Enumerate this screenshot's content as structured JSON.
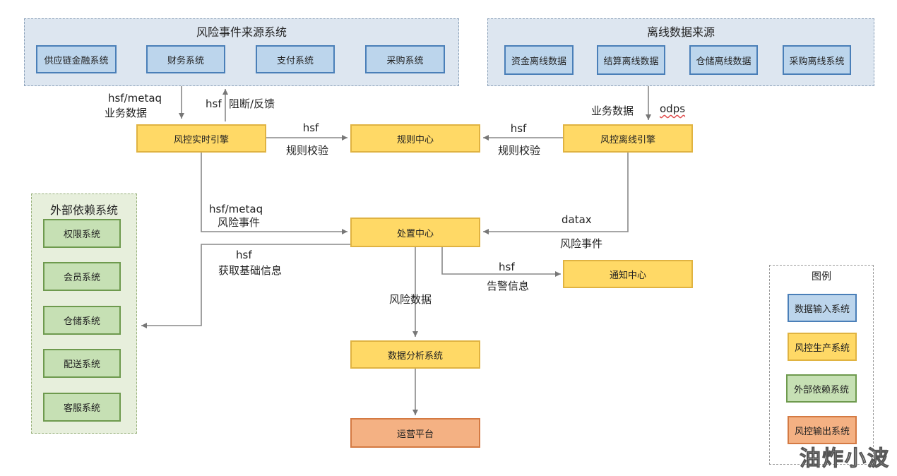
{
  "groups": {
    "source_events": {
      "title": "风险事件来源系统",
      "items": [
        "供应链金融系统",
        "财务系统",
        "支付系统",
        "采购系统"
      ]
    },
    "offline_sources": {
      "title": "离线数据来源",
      "items": [
        "资金离线数据",
        "结算离线数据",
        "仓储离线数据",
        "采购离线系统"
      ]
    },
    "external": {
      "title": "外部依赖系统",
      "items": [
        "权限系统",
        "会员系统",
        "仓储系统",
        "配送系统",
        "客服系统"
      ]
    },
    "legend": {
      "title": "图例",
      "items": [
        "数据输入系统",
        "风控生产系统",
        "外部依赖系统",
        "风控输出系统"
      ]
    }
  },
  "nodes": {
    "realtime_engine": "风控实时引擎",
    "rule_center": "规则中心",
    "offline_engine": "风控离线引擎",
    "disposal_center": "处置中心",
    "notify_center": "通知中心",
    "analysis_system": "数据分析系统",
    "ops_platform": "运营平台"
  },
  "edge_labels": {
    "hsf_metaq_1": "hsf/metaq",
    "biz_data_1": "业务数据",
    "hsf_block": "hsf",
    "block_feedback": "阻断/反馈",
    "biz_data_2": "业务数据",
    "odps": "odps",
    "hsf_rule_1": "hsf",
    "rule_check_1": "规则校验",
    "hsf_rule_2": "hsf",
    "rule_check_2": "规则校验",
    "hsf_metaq_2": "hsf/metaq",
    "risk_event_1": "风险事件",
    "datax": "datax",
    "risk_event_2": "风险事件",
    "hsf_info": "hsf",
    "get_basic_info": "获取基础信息",
    "hsf_alert": "hsf",
    "alert_info": "告警信息",
    "risk_data": "风险数据"
  },
  "watermark": "油炸小波",
  "colors": {
    "input": "#bcd5ec",
    "production": "#ffd966",
    "external": "#c6e0b4",
    "output": "#f4b183"
  }
}
